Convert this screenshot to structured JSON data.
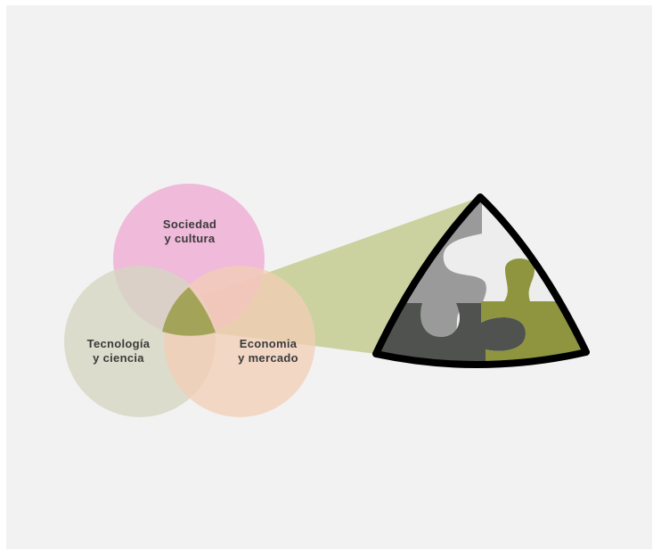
{
  "diagram": {
    "circles": [
      {
        "id": "society",
        "line1": "Sociedad",
        "line2": "y cultura",
        "color": "#f0b0d6"
      },
      {
        "id": "tech",
        "line1": "Tecnología",
        "line2": "y ciencia",
        "color": "#d6d6c2"
      },
      {
        "id": "economy",
        "line1": "Economia",
        "line2": "y mercado",
        "color": "#f3cdb6"
      }
    ],
    "colors": {
      "background": "#f2f2f2",
      "intersection": "#8a9538",
      "zoom_beam": "#c4cc92",
      "puzzle_light": "#ededed",
      "puzzle_mid_gray": "#9a9a9a",
      "puzzle_dark_gray": "#4f524f",
      "puzzle_olive": "#8e953e",
      "outline": "#000000"
    },
    "icons": [
      "puzzle-pieces-icon"
    ]
  }
}
